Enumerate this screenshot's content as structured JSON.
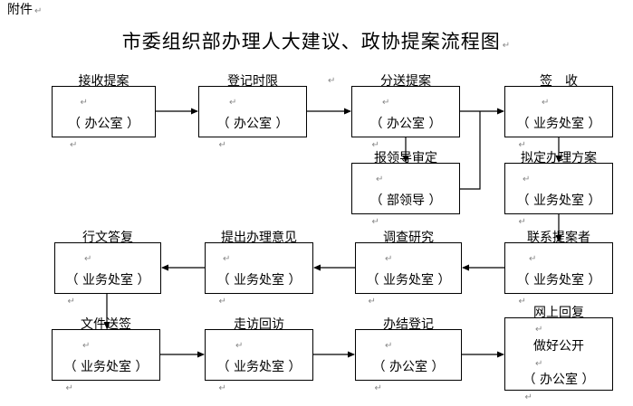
{
  "header": {
    "attachment": "附件",
    "title": "市委组织部办理人大建议、政协提案流程图"
  },
  "boxes": [
    {
      "line1": "接收提案",
      "line2": "（ 办公室 ）"
    },
    {
      "line1": "登记时限",
      "line2": "（ 办公室 ）"
    },
    {
      "line1": "分送提案",
      "line2": "（ 办公室 ）"
    },
    {
      "line1": "签　收",
      "line2": "（ 业务处室 ）"
    },
    {
      "line1": "报领导审定",
      "line2": "（ 部领导 ）"
    },
    {
      "line1": "拟定办理方案",
      "line2": "（ 业务处室 ）"
    },
    {
      "line1": "联系提案者",
      "line2": "（ 业务处室 ）"
    },
    {
      "line1": "调查研究",
      "line2": "（ 业务处室 ）"
    },
    {
      "line1": "提出办理意见",
      "line2": "（ 业务处室 ）"
    },
    {
      "line1": "行文答复",
      "line2": "（ 业务处室 ）"
    },
    {
      "line1": "文件送签",
      "line2": "（ 业务处室 ）"
    },
    {
      "line1": "走访回访",
      "line2": "（ 业务处室 ）"
    },
    {
      "line1": "办结登记",
      "line2": "（ 办公室 ）"
    },
    {
      "line1": "网上回复",
      "line2": "做好公开",
      "line3": "（ 办公室 ）"
    }
  ]
}
